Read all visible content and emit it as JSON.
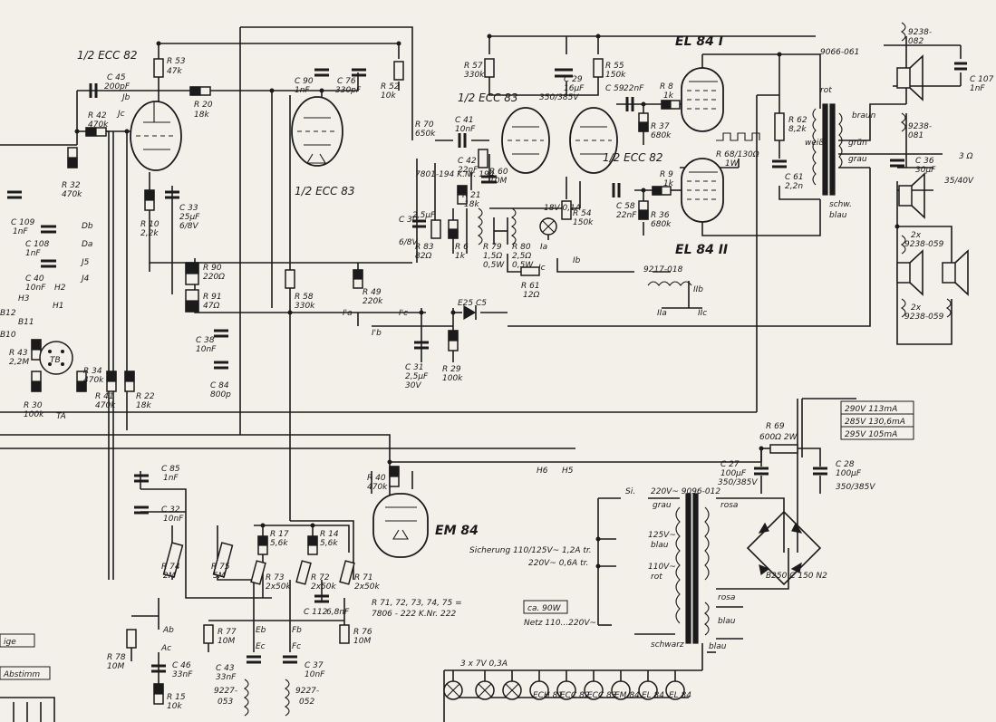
{
  "tubes": {
    "ecc82_left": "1/2 ECC 82",
    "ecc83_mid": "1/2 ECC 83",
    "ecc83_top": "1/2 ECC 83",
    "ecc82_right": "1/2 ECC 82",
    "el84_1": "EL 84 I",
    "el84_2": "EL 84 II",
    "em84": "EM 84"
  },
  "resistors": {
    "r53": "R 53",
    "r53v": "47k",
    "r20": "R 20",
    "r20v": "18k",
    "r42": "R 42",
    "r42v": "470k",
    "r32": "R 32",
    "r32v": "470k",
    "r10": "R 10",
    "r10v": "2,2k",
    "r52": "R 52",
    "r52v": "10k",
    "r57": "R 57",
    "r57v": "330k",
    "r55": "R 55",
    "r55v": "150k",
    "r8": "R 8",
    "r8v": "1k",
    "r37": "R 37",
    "r37v": "680k",
    "r70": "R 70",
    "r70v": "650k",
    "r60": "R 60",
    "r60v": "10M",
    "r21": "R 21",
    "r21v": "18k",
    "r54": "R 54",
    "r54v": "150k",
    "r9": "R 9",
    "r9v": "1k",
    "r36": "R 36",
    "r36v": "680k",
    "r62": "R 62",
    "r62v": "8,2k",
    "r68": "R 68/130Ω",
    "r68v": "1W",
    "r90": "R 90",
    "r90v": "220Ω",
    "r91": "R 91",
    "r91v": "47Ω",
    "r58": "R 58",
    "r58v": "330k",
    "r49": "R 49",
    "r49v": "220k",
    "r83": "R 83",
    "r83v": "82Ω",
    "r6": "R 6",
    "r6v": "1k",
    "r79": "R 79",
    "r79v": "1,5Ω",
    "r79w": "0,5W",
    "r80": "R 80",
    "r80v": "2,5Ω",
    "r80w": "0,5W",
    "r61": "R 61",
    "r61v": "12Ω",
    "r29": "R 29",
    "r29v": "100k",
    "r43": "R 43",
    "r43v": "2,2M",
    "r30": "R 30",
    "r30v": "100k",
    "r34": "R 34",
    "r34v": "470k",
    "r41": "R 41",
    "r41v": "470k",
    "r22": "R 22",
    "r22v": "18k",
    "r40": "R 40",
    "r40v": "470k",
    "r69": "R 69",
    "r69v": "600Ω 2W",
    "r17": "R 17",
    "r17v": "5,6k",
    "r14": "R 14",
    "r14v": "5,6k",
    "r74": "R 74",
    "r74v": "2M",
    "r75": "R 75",
    "r75v": "5M",
    "r73": "R 73",
    "r73v": "2x50k",
    "r72": "R 72",
    "r72v": "2x50k",
    "r71": "R 71",
    "r71v": "2x50k",
    "r77": "R 77",
    "r77v": "10M",
    "r76": "R 76",
    "r76v": "10M",
    "r78": "R 78",
    "r78v": "10M",
    "r15": "R 15",
    "r15v": "10k"
  },
  "capacitors": {
    "c45": "C 45",
    "c45v": "200pF",
    "c33": "C 33",
    "c33v": "25μF",
    "c33v2": "6/8V",
    "c109": "C 109",
    "c109v": "1nF",
    "c108": "C 108",
    "c108v": "1nF",
    "c40": "C 40",
    "c40v": "10nF",
    "c90": "C 90",
    "c90v": "1nF",
    "c76": "C 76",
    "c76v": "330pF",
    "c29": "C 29",
    "c29v": "16μF",
    "c29v2": "350/385V",
    "c59": "C 59",
    "c59v": "22nF",
    "c41": "C 41",
    "c41v": "10nF",
    "c42": "C 42",
    "c42v": "22nF",
    "c30": "C 30",
    "c30v": "2,5μF",
    "c30v2": "6/8V",
    "c58": "C 58",
    "c58v": "22nF",
    "c61": "C 61",
    "c61v": "2,2n",
    "c107": "C 107",
    "c107v": "1nF",
    "c36": "C 36",
    "c36v": "30μF",
    "c36v2": "35/40V",
    "c38": "C 38",
    "c38v": "10nF",
    "c84": "C 84",
    "c84v": "800p",
    "c31": "C 31",
    "c31v": "2,5μF",
    "c31v2": "30V",
    "c85": "C 85",
    "c85v": "1nF",
    "c32": "C 32",
    "c32v": "10nF",
    "c112": "C 112",
    "c112v": "6,8nF",
    "c27": "C 27",
    "c27v": "100μF",
    "c27v2": "350/385V",
    "c28": "C 28",
    "c28v": "100μF",
    "c28v2": "350/385V",
    "c43": "C 43",
    "c43v": "33nF",
    "c37": "C 37",
    "c37v": "10nF",
    "c46": "C 46",
    "c46v": "33nF"
  },
  "misc": {
    "k_nr_194": "7801-194 K.Nr. 194",
    "lamp": "18V 0,1A",
    "ia": "Ia",
    "ib": "Ib",
    "ic": "Ic",
    "iia": "IIa",
    "iib": "IIb",
    "iic": "IIc",
    "i1a": "I'a",
    "i1b": "I'b",
    "i1c": "I'c",
    "coil_9217": "9217-018",
    "rectifier_e25": "E25 C5",
    "out_tx": "9066-061",
    "rot": "rot",
    "braun": "braun",
    "weiss": "weiß",
    "gruen": "grün",
    "grau": "grau",
    "schw": "schw.",
    "blau": "blau",
    "spk_9238_082": "9238-",
    "spk_9238_082b": "082",
    "spk_9238_081": "9238-",
    "spk_9238_081b": "081",
    "spk_2x_059a": "2x",
    "spk_9238_059a": "9238-059",
    "spk_2x_059b": "2x",
    "spk_9238_059b": "9238-059",
    "ohm3": "3 Ω",
    "volt_table": [
      "290V  113mA",
      "285V  130,6mA",
      "295V  105mA"
    ],
    "h6": "H6",
    "h5": "H5",
    "mains_tx": "220V~ 9096-012",
    "si": "Si.",
    "grau2": "grau",
    "v125": "125V~",
    "blau2": "blau",
    "v110": "110V~",
    "rot2": "rot",
    "rosa": "rosa",
    "rosa2": "rosa",
    "blau3": "blau",
    "blau4": "blau",
    "schwarz": "schwarz",
    "fuse_note1": "Sicherung 110/125V~ 1,2A tr.",
    "fuse_note2": "220V~ 0,6A tr.",
    "bridge": "B250 C 150 N2",
    "power": "ca. 90W",
    "netz": "Netz 110...220V~",
    "pot_note1": "R 71, 72, 73, 74, 75 =",
    "pot_note2": "7806 - 222 K.Nr. 222",
    "heaters": "3 x 7V 0,3A",
    "h_labels": [
      "ECH 81",
      "ECC 82",
      "ECC 83",
      "EM 84",
      "EL 84",
      "EL 84"
    ],
    "db": "Db",
    "da": "Da",
    "j5": "J5",
    "j4": "J4",
    "h3": "H3",
    "h2": "H2",
    "h1": "H1",
    "b12": "B12",
    "b11": "B11",
    "b10": "B10",
    "tb": "TB",
    "ta": "TA",
    "jb": "Jb",
    "jc": "Jc",
    "ab": "Ab",
    "ac": "Ac",
    "eb": "Eb",
    "ec": "Ec",
    "fb": "Fb",
    "fc": "Fc",
    "coil1": "9227-",
    "coil1b": "053",
    "coil2": "9227-",
    "coil2b": "052",
    "ige": "ige",
    "abstimm": "Abstimm"
  }
}
